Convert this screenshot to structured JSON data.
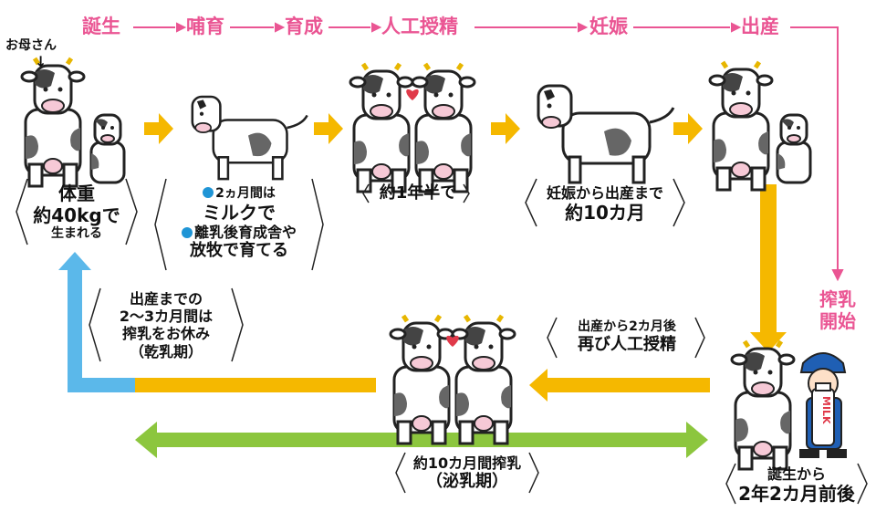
{
  "stages": [
    "誕生",
    "哺育",
    "育成",
    "人工授精",
    "妊娠",
    "出産"
  ],
  "mother_label": "お母さん",
  "birth": {
    "line1": "体重",
    "line2": "約40kgで",
    "line3": "生まれる"
  },
  "nursing": {
    "line1": "2ヵ月間は",
    "line2": "ミルクで",
    "line3": "離乳後育成舎や",
    "line4": "放牧で育てる"
  },
  "insemination_age": "約1年半で",
  "pregnancy": {
    "line1": "妊娠から出産まで",
    "line2": "約10カ月"
  },
  "milking_start": {
    "line1": "搾乳",
    "line2": "開始"
  },
  "rebreed": {
    "line1": "出産から2カ月後",
    "line2": "再び人工授精"
  },
  "dry_period": {
    "line1": "出産までの",
    "line2": "2〜3カ月間は",
    "line3": "搾乳をお休み",
    "line4": "（乾乳期）"
  },
  "lactation": {
    "line1": "約10カ月間搾乳",
    "line2": "（泌乳期）"
  },
  "first_calving": {
    "line1": "誕生から",
    "line2": "2年2カ月前後"
  },
  "milk_can_label": "MILK",
  "colors": {
    "pink": "#ea5593",
    "orange": "#f5b800",
    "green": "#8cc63e",
    "blue": "#5bb8ea",
    "dot_blue": "#1f95d6"
  }
}
